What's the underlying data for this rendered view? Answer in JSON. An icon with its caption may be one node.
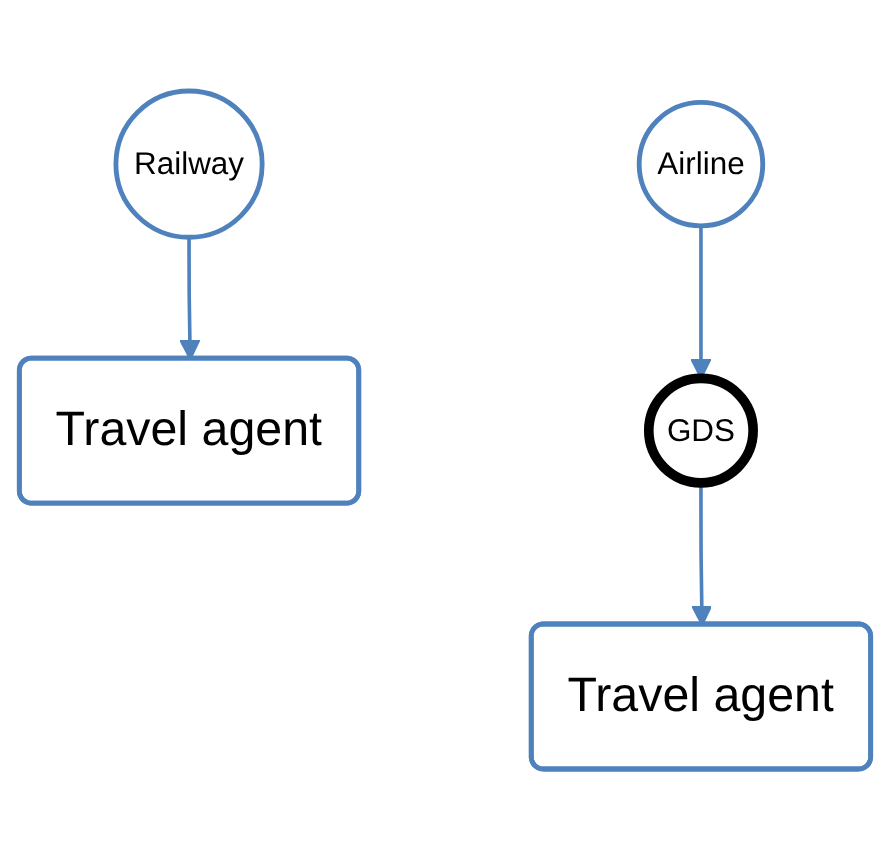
{
  "diagram": {
    "nodes": [
      {
        "text": [
          "Railway"
        ]
      },
      {
        "text": [
          "Travel agent"
        ]
      },
      {
        "text": [
          "Airline"
        ]
      },
      {
        "text": [
          "GDS"
        ]
      },
      {
        "text": [
          "Travel agent"
        ]
      }
    ],
    "edges": [
      {
        "from": 0,
        "to": 1,
        "arrow": "to"
      },
      {
        "from": 2,
        "to": 3,
        "arrow": "to"
      },
      {
        "from": 3,
        "to": 4,
        "arrow": "to"
      }
    ]
  }
}
